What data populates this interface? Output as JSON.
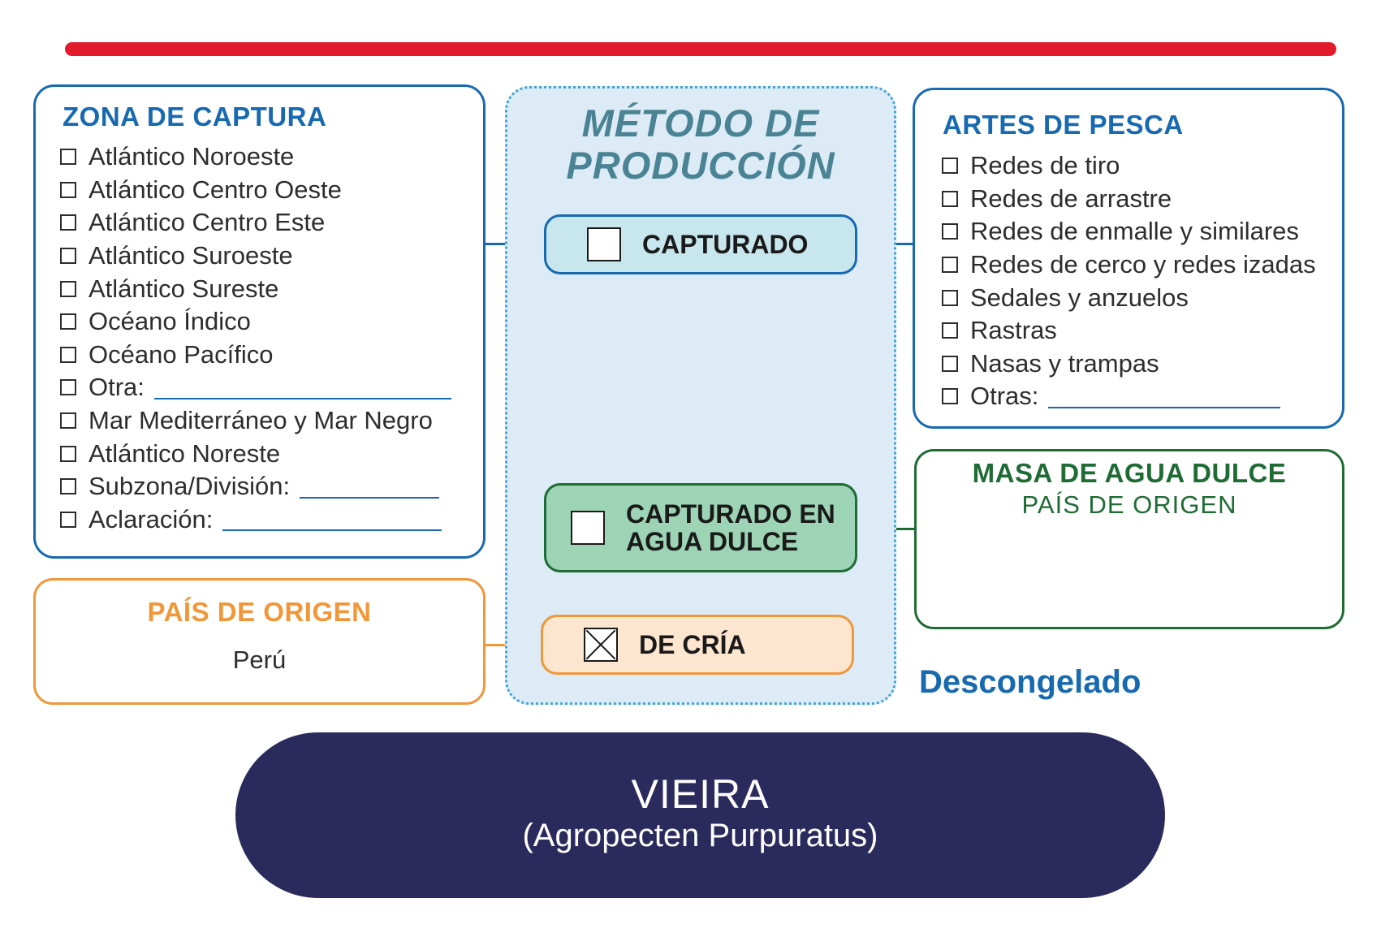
{
  "zona": {
    "title": "ZONA DE CAPTURA",
    "items": [
      {
        "label": "Atlántico Noroeste"
      },
      {
        "label": "Atlántico Centro Oeste"
      },
      {
        "label": "Atlántico Centro Este"
      },
      {
        "label": "Atlántico Suroeste"
      },
      {
        "label": "Atlántico Sureste"
      },
      {
        "label": "Océano Índico"
      },
      {
        "label": "Océano Pacífico"
      },
      {
        "label": "Otra:"
      },
      {
        "label": "Mar Mediterráneo y Mar Negro"
      },
      {
        "label": "Atlántico Noreste"
      },
      {
        "label": "Subzona/División:"
      },
      {
        "label": "Aclaración:"
      }
    ]
  },
  "pais": {
    "title": "PAÍS DE ORIGEN",
    "value": "Perú"
  },
  "metodo": {
    "title_line1": "MÉTODO DE",
    "title_line2": "PRODUCCIÓN",
    "capturado": "CAPTURADO",
    "agua_line1": "CAPTURADO EN",
    "agua_line2": "AGUA DULCE",
    "cria": "DE CRÍA",
    "cria_checked": true
  },
  "artes": {
    "title": "ARTES DE PESCA",
    "items": [
      {
        "label": "Redes de tiro"
      },
      {
        "label": "Redes de arrastre"
      },
      {
        "label": "Redes de enmalle y similares"
      },
      {
        "label": "Redes de cerco y redes izadas"
      },
      {
        "label": "Sedales y anzuelos"
      },
      {
        "label": "Rastras"
      },
      {
        "label": "Nasas y trampas"
      },
      {
        "label": "Otras:"
      }
    ]
  },
  "masa": {
    "title": "MASA DE AGUA DULCE",
    "subtitle": "PAÍS DE ORIGEN"
  },
  "estado": "Descongelado",
  "species": {
    "name": "VIEIRA",
    "scientific": "(Agropecten Purpuratus)"
  },
  "colors": {
    "red_bar": "#e21b2c",
    "blue": "#1769b0",
    "orange": "#f0973a",
    "green": "#1e6b34",
    "navy": "#2b2a5c",
    "metodo_bg": "#dcebf6"
  }
}
